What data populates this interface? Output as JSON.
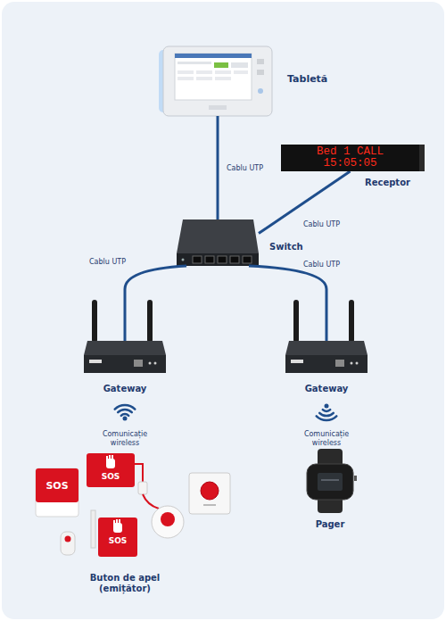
{
  "diagram": {
    "nodes": [
      {
        "text": [
          "Tabletă"
        ]
      },
      {
        "text": [
          "Bed 1 CALL 15:05:05",
          "Receptor"
        ]
      },
      {
        "text": [
          "Switch"
        ]
      },
      {
        "text": [
          "Gateway"
        ]
      },
      {
        "text": [
          "Gateway"
        ]
      },
      {
        "text": [
          "Buton de apel (emițător)"
        ]
      },
      {
        "text": [
          "Pager"
        ]
      }
    ],
    "edges": [
      {
        "from": 0,
        "to": 2,
        "label": "Cablu UTP",
        "arrow": "none"
      },
      {
        "from": 1,
        "to": 2,
        "label": "Cablu UTP",
        "arrow": "none"
      },
      {
        "from": 2,
        "to": 3,
        "label": "Cablu UTP",
        "arrow": "none"
      },
      {
        "from": 2,
        "to": 4,
        "label": "Cablu UTP",
        "arrow": "none"
      }
    ],
    "labels": [
      "Comunicație wireless",
      "Comunicație wireless",
      "SOS",
      "SOS",
      "SOS"
    ]
  }
}
